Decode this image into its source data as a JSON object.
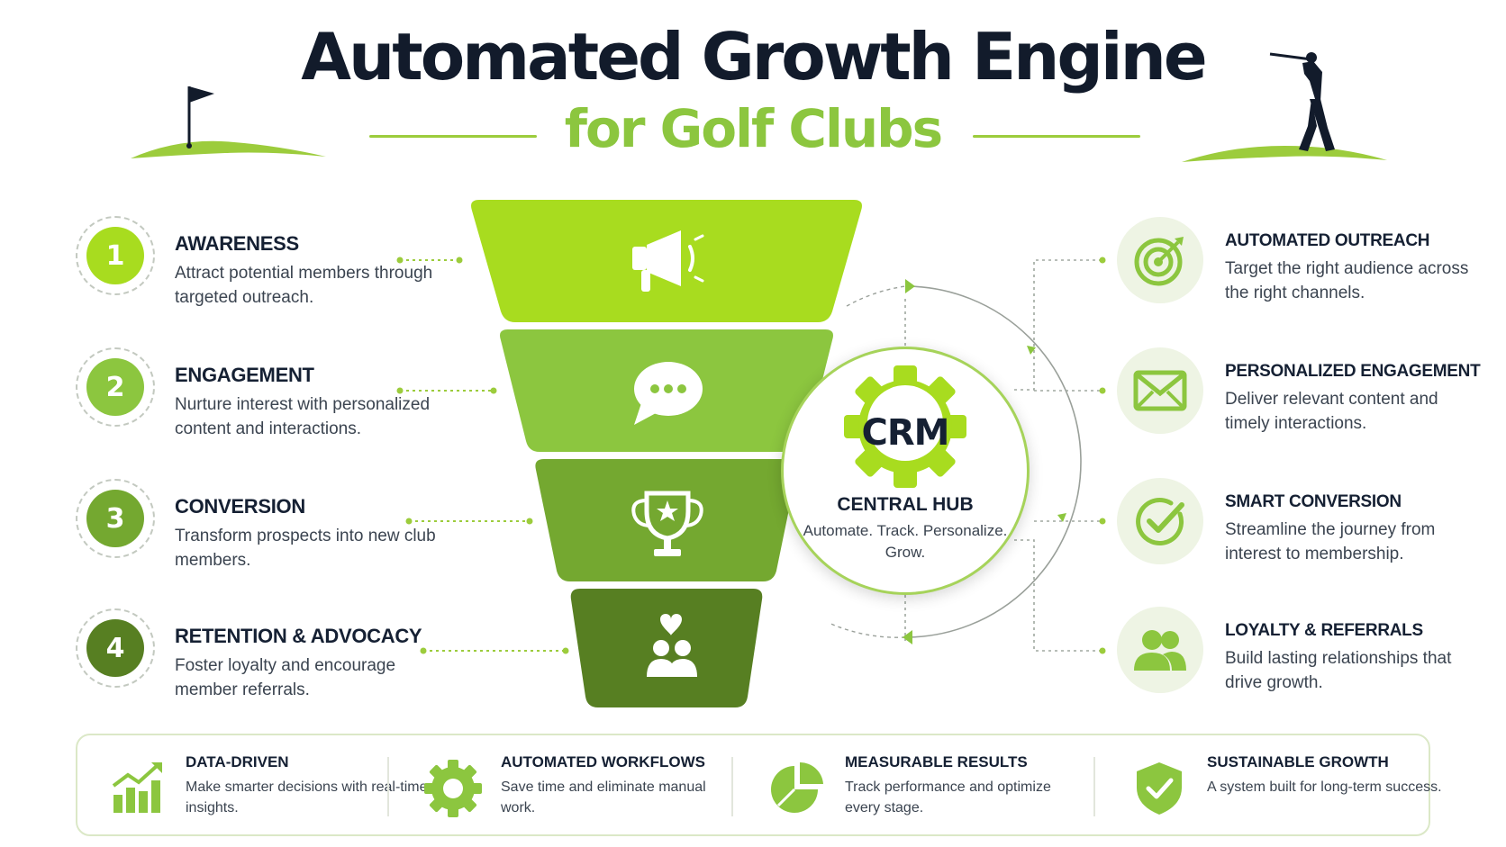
{
  "header": {
    "title": "Automated Growth Engine",
    "subtitle": "for Golf Clubs"
  },
  "stages": [
    {
      "number": "1",
      "title": "AWARENESS",
      "description": "Attract potential members through targeted outreach.",
      "icon": "megaphone-icon",
      "color": "#a8dc1f"
    },
    {
      "number": "2",
      "title": "ENGAGEMENT",
      "description": "Nurture interest with personalized content and interactions.",
      "icon": "chat-bubble-icon",
      "color": "#8cc63f"
    },
    {
      "number": "3",
      "title": "CONVERSION",
      "description": "Transform prospects into new club members.",
      "icon": "trophy-icon",
      "color": "#74a830"
    },
    {
      "number": "4",
      "title": "RETENTION & ADVOCACY",
      "description": "Foster loyalty and encourage member referrals.",
      "icon": "members-heart-icon",
      "color": "#577f22"
    }
  ],
  "hub": {
    "label": "CRM",
    "title": "CENTRAL HUB",
    "description": "Automate. Track. Personalize. Grow.",
    "icon": "gear-icon"
  },
  "features": [
    {
      "title": "AUTOMATED OUTREACH",
      "description": "Target the right audience across the right channels.",
      "icon": "target-icon"
    },
    {
      "title": "PERSONALIZED ENGAGEMENT",
      "description": "Deliver relevant content and timely interactions.",
      "icon": "envelope-icon"
    },
    {
      "title": "SMART CONVERSION",
      "description": "Streamline the journey from interest to membership.",
      "icon": "check-circle-icon"
    },
    {
      "title": "LOYALTY & REFERRALS",
      "description": "Build lasting relationships that drive growth.",
      "icon": "people-icon"
    }
  ],
  "benefits": [
    {
      "title": "DATA-DRIVEN",
      "description": "Make smarter decisions with real-time insights.",
      "icon": "growth-chart-icon"
    },
    {
      "title": "AUTOMATED WORKFLOWS",
      "description": "Save time and eliminate manual work.",
      "icon": "gear-icon"
    },
    {
      "title": "MEASURABLE RESULTS",
      "description": "Track performance and optimize every stage.",
      "icon": "pie-chart-icon"
    },
    {
      "title": "SUSTAINABLE GROWTH",
      "description": "A system built for long-term success.",
      "icon": "shield-check-icon"
    }
  ],
  "colors": {
    "dark_navy": "#121b2b",
    "lime": "#a8dc1f",
    "green": "#8cc63f",
    "mid_green": "#74a830",
    "dark_green": "#577f22",
    "pale_green": "#eef4e4"
  }
}
